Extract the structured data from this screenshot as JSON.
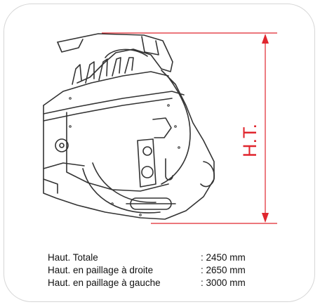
{
  "dimension_label": "H.T.",
  "colors": {
    "dimension": "#e0262e",
    "drawing": "#333333"
  },
  "specs": [
    {
      "label": "Haut. Totale",
      "value": ": 2450 mm"
    },
    {
      "label": "Haut. en paillage à droite",
      "value": ": 2650 mm"
    },
    {
      "label": "Haut. en paillage à gauche",
      "value": ": 3000 mm"
    }
  ]
}
